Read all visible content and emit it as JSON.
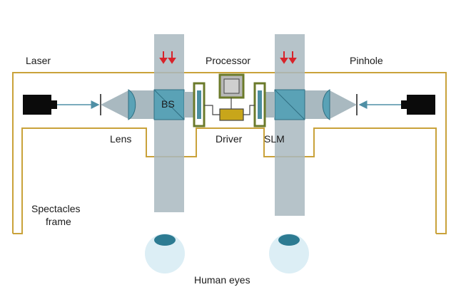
{
  "labels": {
    "laser": "Laser",
    "processor": "Processor",
    "pinhole": "Pinhole",
    "bs": "BS",
    "lens": "Lens",
    "driver": "Driver",
    "slm": "SLM",
    "spectacles_line1": "Spectacles",
    "spectacles_line2": "frame",
    "human_eyes": "Human eyes"
  },
  "colors": {
    "frame": "#c9a23a",
    "beam": "#a9b9c0",
    "optic": "#5aa2b6",
    "optic_dark": "#3f8aa0",
    "slm_green": "#6b7a2a",
    "slm_blue": "#4a8ea0",
    "driver_fill": "#c8a61a",
    "processor_fill": "#b8b8b8",
    "device": "#0b0b0b",
    "arrow_red": "#d8232a",
    "eye": "#dceef5",
    "iris": "#2d7b92"
  },
  "icons": {
    "laser_left": "laser-source-icon",
    "laser_right": "laser-source-icon",
    "down_arrows": "down-arrows-icon"
  }
}
